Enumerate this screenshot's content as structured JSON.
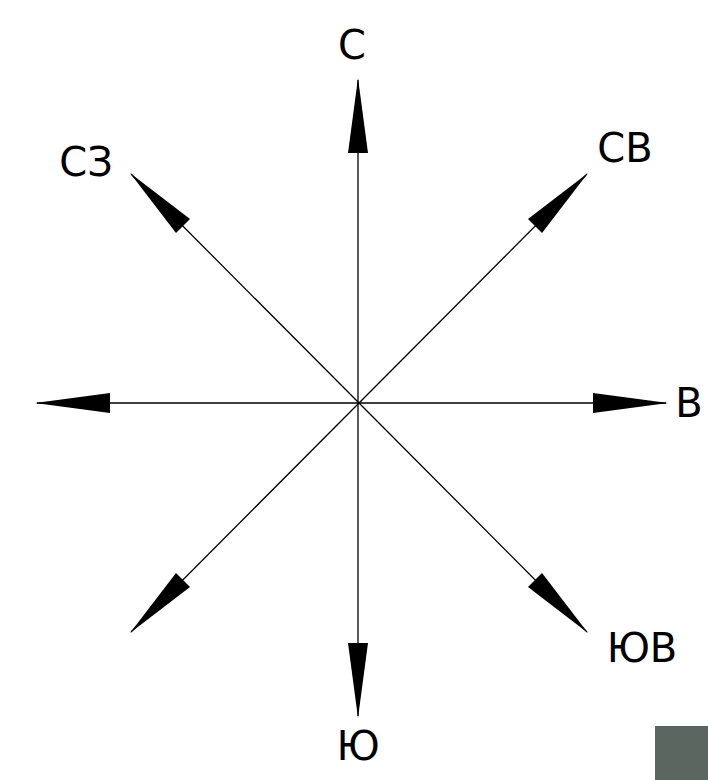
{
  "diagram": {
    "labels": [
      "С",
      "СВ",
      "В",
      "ЮВ",
      "Ю",
      "СЗ"
    ]
  }
}
